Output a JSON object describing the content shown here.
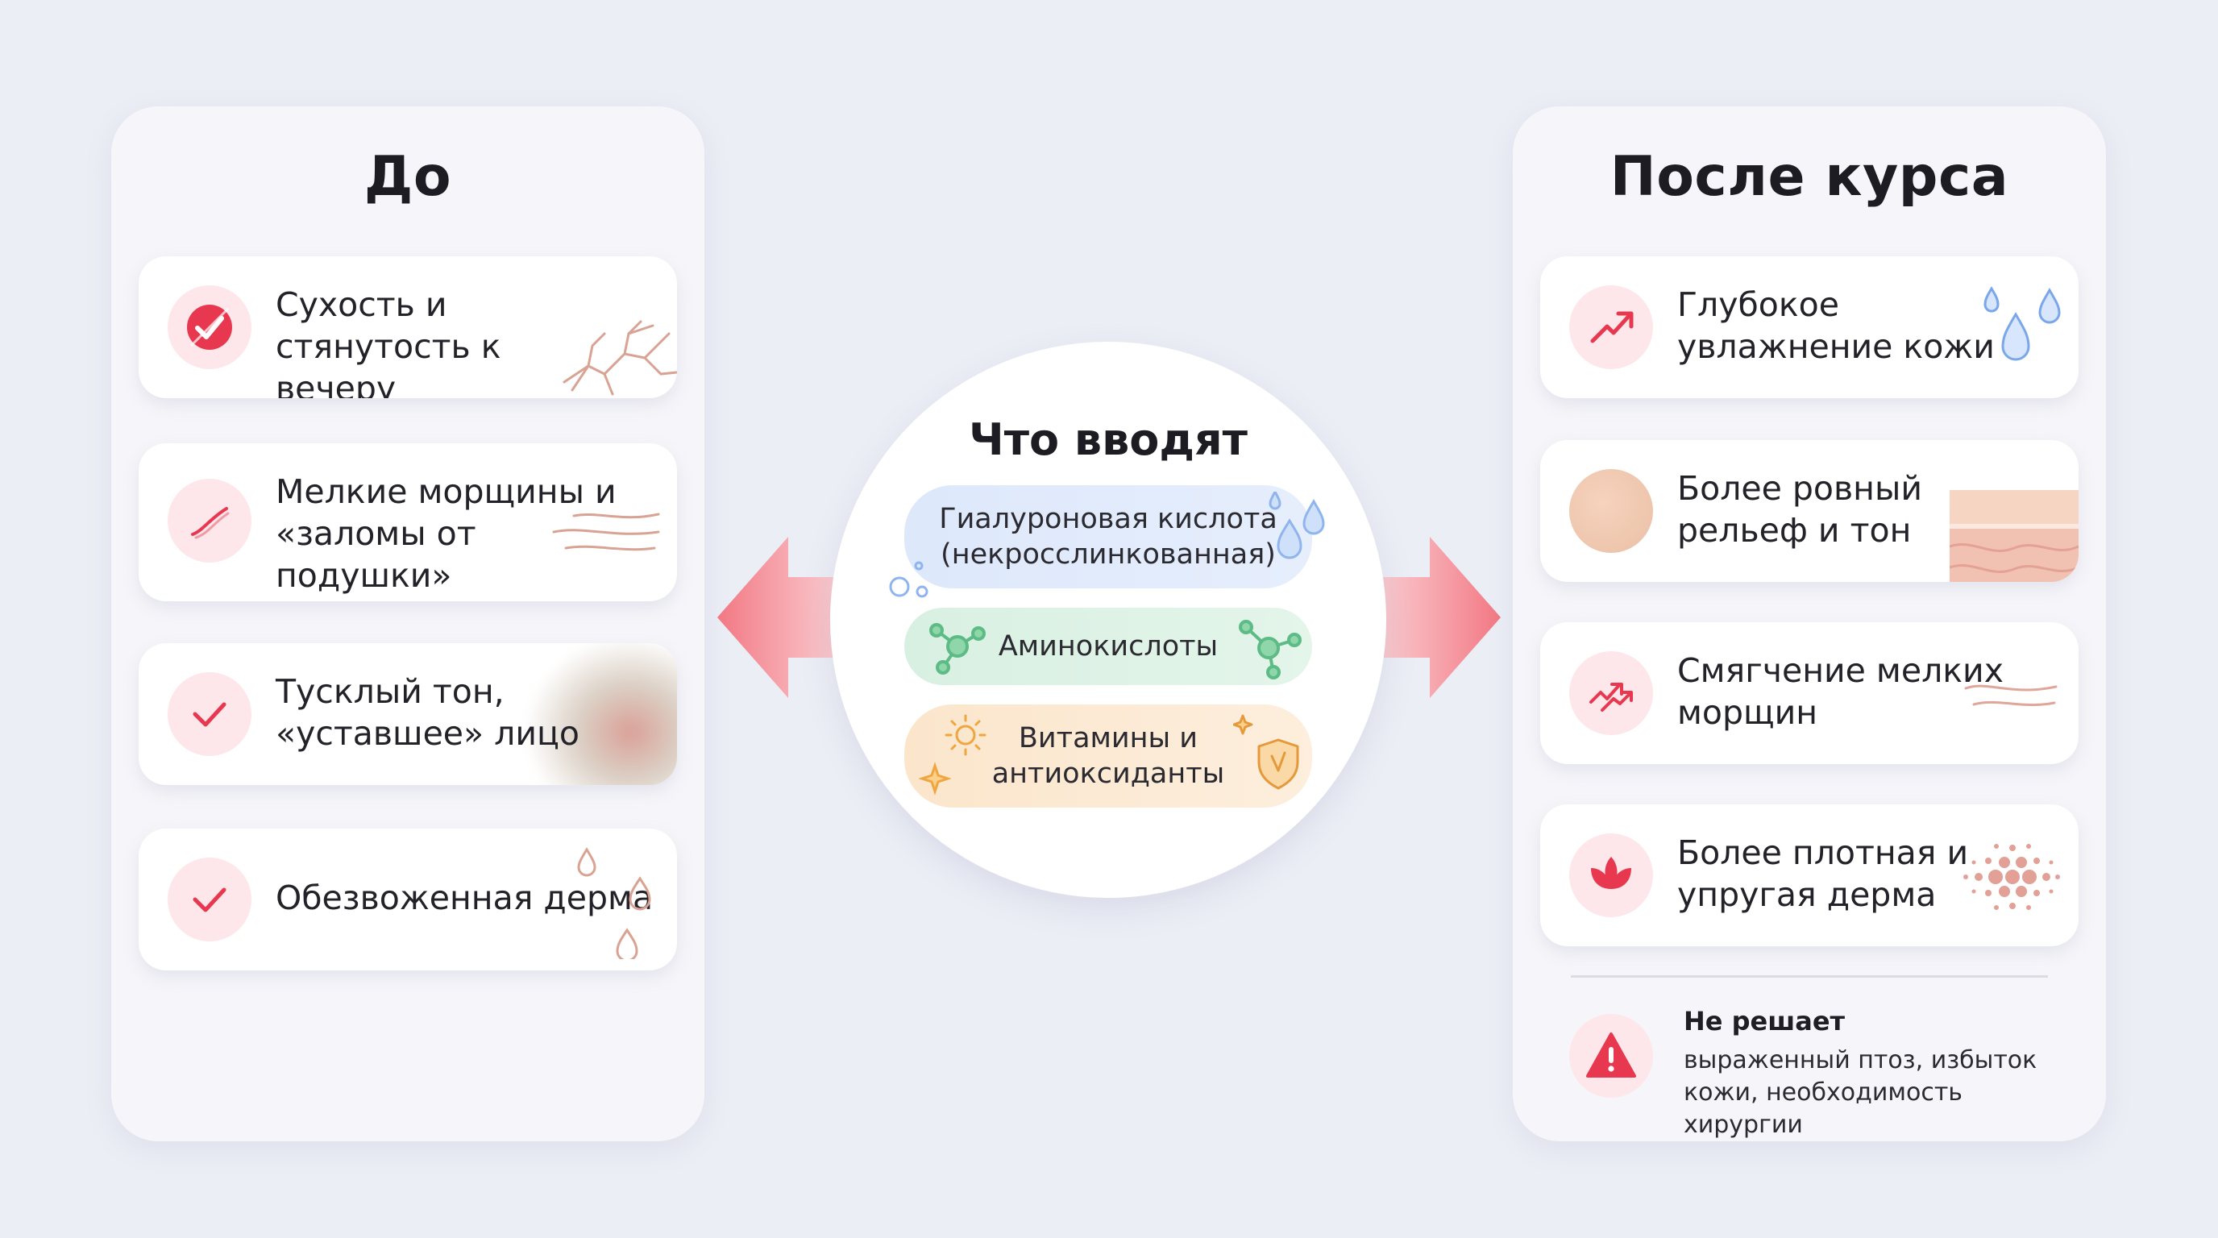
{
  "before": {
    "title": "До",
    "items": [
      {
        "icon": "check-badge-icon",
        "text": "Сухость и стянутость к вечеру",
        "deco": "cracks-icon"
      },
      {
        "icon": "wrinkle-line-icon",
        "text": "Мелкие морщины и «заломы от подушки»",
        "deco": "wave-lines-icon"
      },
      {
        "icon": "check-icon",
        "text": "Тусклый тон, «уставшее» лицо",
        "deco": "dull-skin-blob"
      },
      {
        "icon": "check-icon",
        "text": "Обезвоженная дерма",
        "deco": "drops-icon"
      }
    ]
  },
  "center": {
    "title": "Что вводят",
    "ingredients": [
      {
        "text": "Гиалуроновая кислота (некросслинкованная)",
        "icon": "water-drops-icon",
        "color": "#dde8fb"
      },
      {
        "text": "Аминокислоты",
        "icon": "molecule-icon",
        "color": "#d8f0e2"
      },
      {
        "text": "Витамины и антиоксиданты",
        "icon": "sun-shield-icon",
        "color": "#fbe6cc"
      }
    ]
  },
  "after": {
    "title": "После курса",
    "items": [
      {
        "icon": "trend-up-icon",
        "text": "Глубокое увлажнение кожи",
        "deco": "blue-drops-icon"
      },
      {
        "icon": "skin-tone-circle-icon",
        "text": "Более ровный рельеф и тон",
        "deco": "skin-layer-icon"
      },
      {
        "icon": "smooth-arrows-icon",
        "text": "Смягчение мелких морщин",
        "deco": "wave-lines-icon"
      },
      {
        "icon": "lotus-icon",
        "text": "Более плотная и упругая дерма",
        "deco": "dots-pattern-icon"
      }
    ],
    "warning": {
      "icon": "warning-triangle-icon",
      "title": "Не решает",
      "text": "выраженный птоз, избыток кожи, необходимость хирургии"
    }
  },
  "colors": {
    "accent": "#e8384f",
    "icon_bg": "#fde7ea",
    "background": "#eceef6",
    "panel": "#f6f6fa"
  }
}
